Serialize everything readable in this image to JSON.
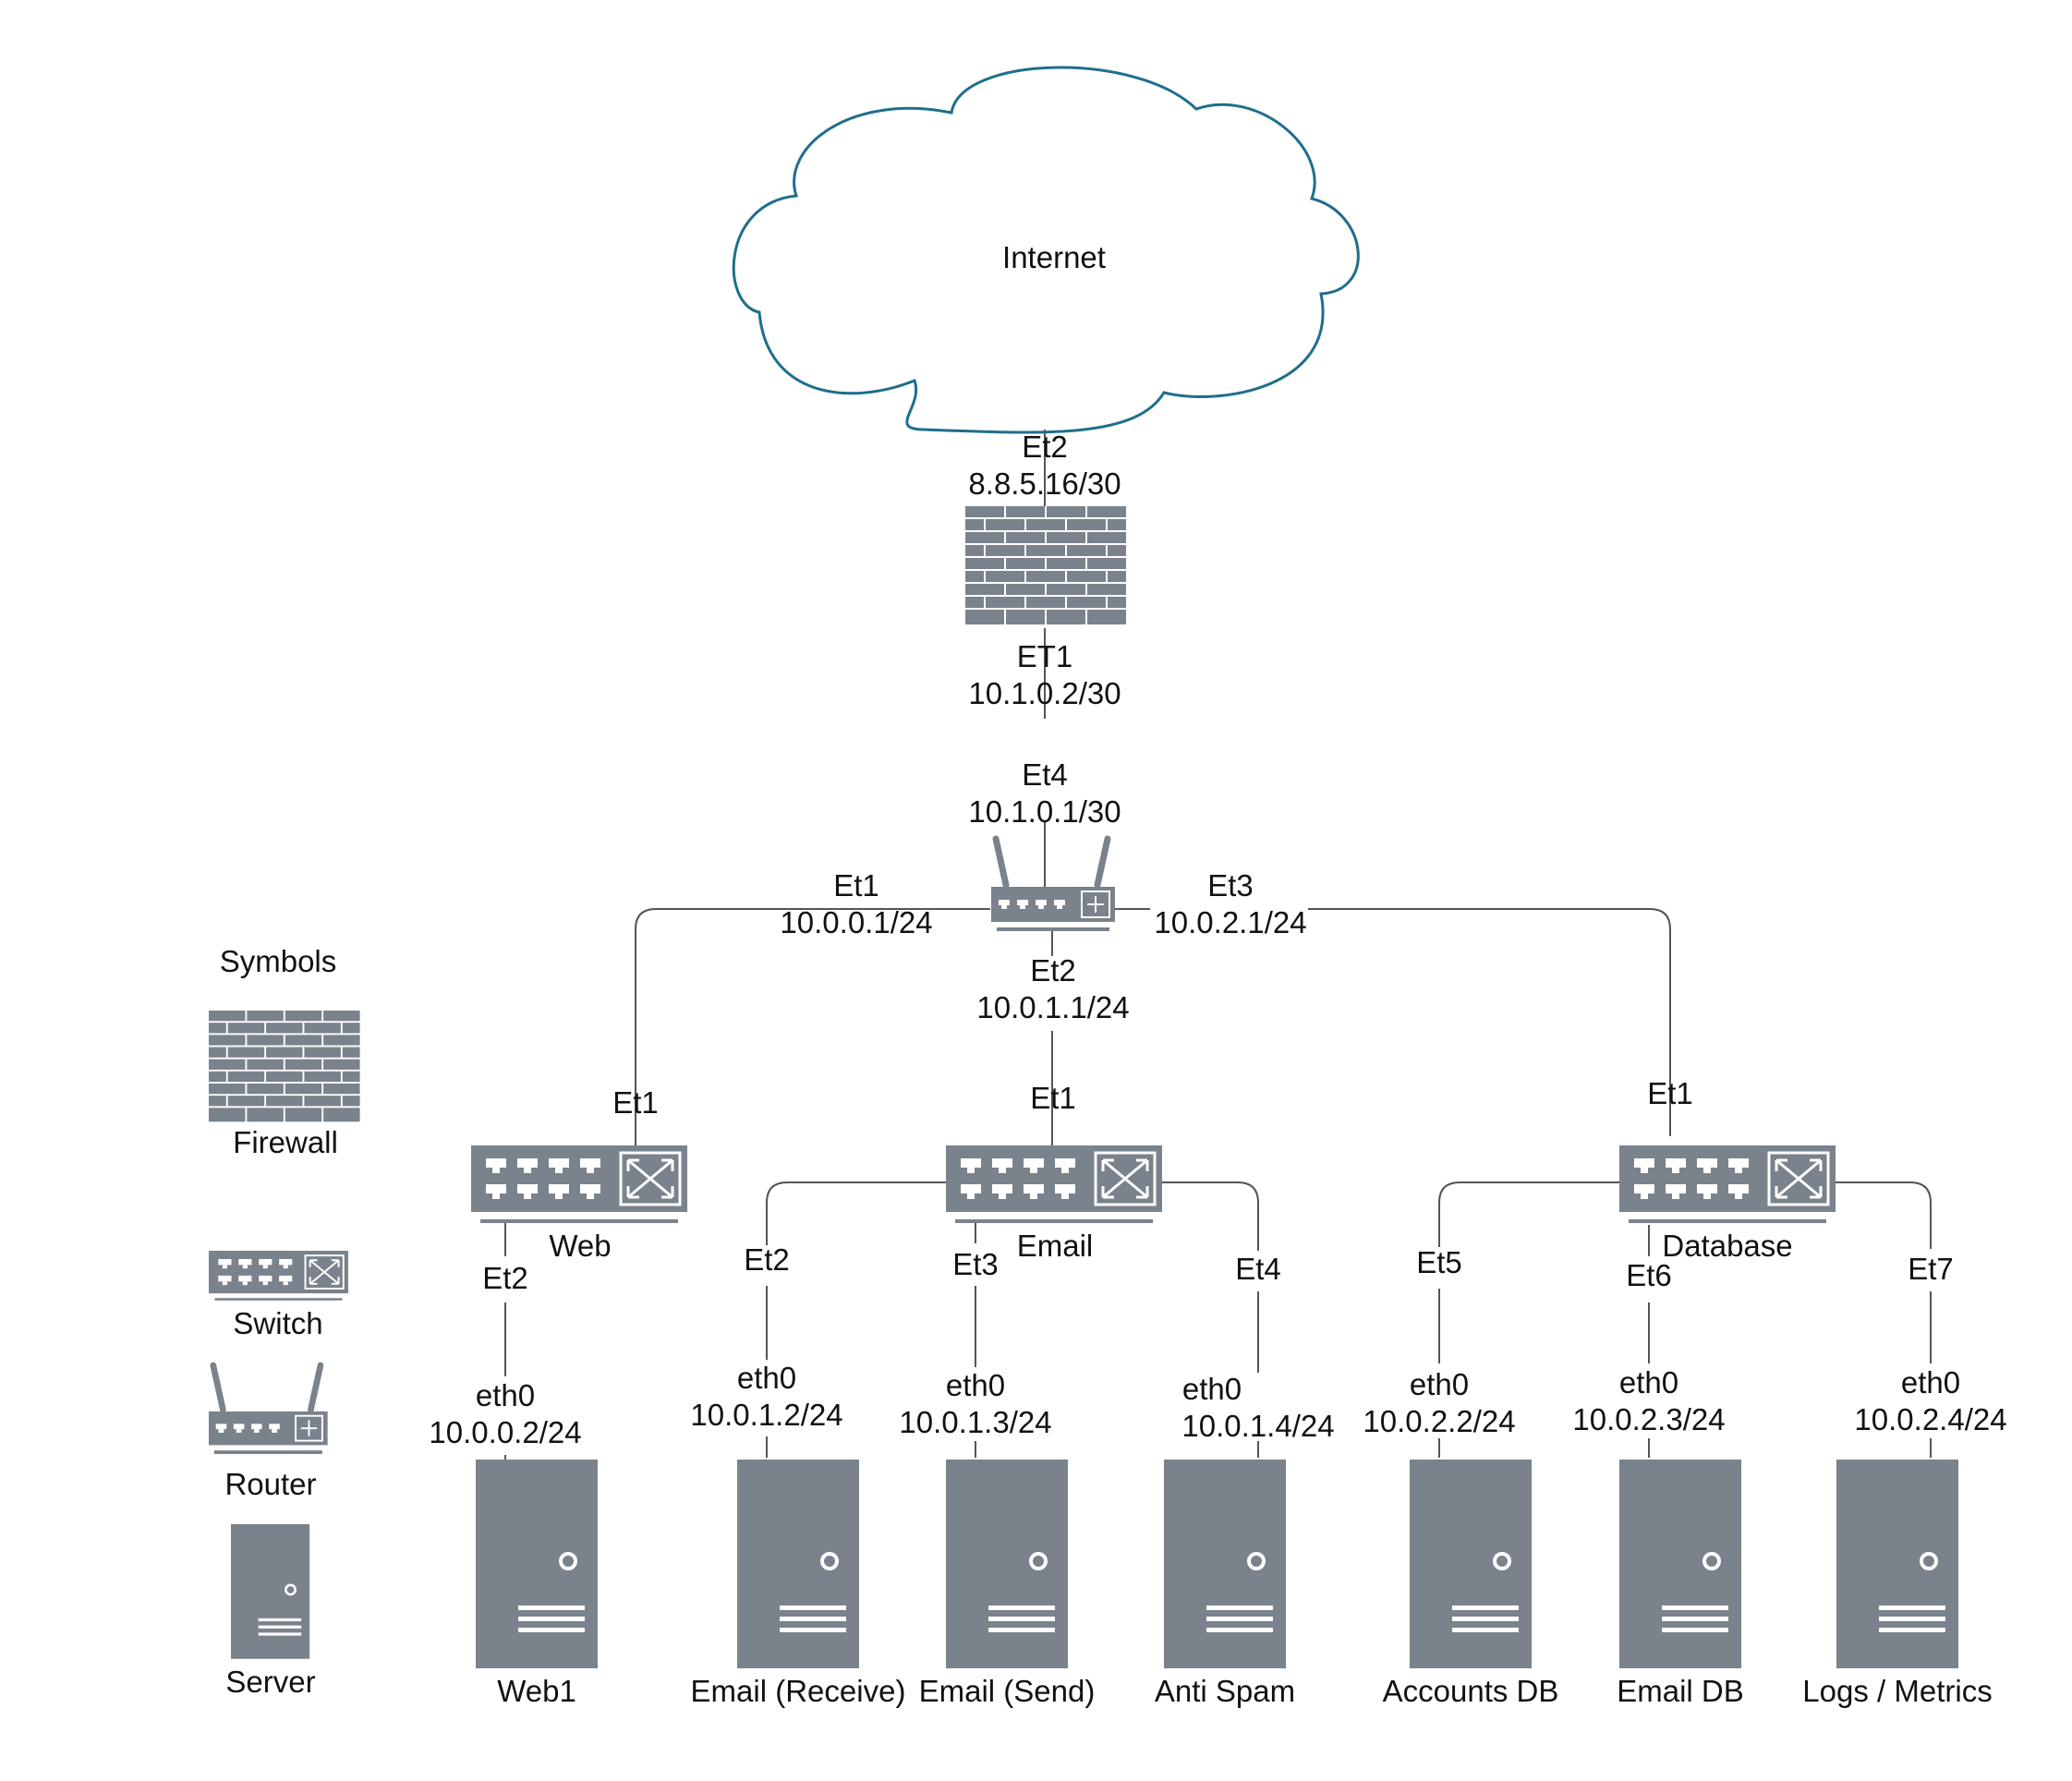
{
  "cloud": {
    "label": "Internet"
  },
  "firewall": {
    "top_port": "Et2",
    "top_ip": "8.8.5.16/30",
    "bottom_port": "ET1",
    "bottom_ip": "10.1.0.2/30"
  },
  "router": {
    "top_port": "Et4",
    "top_ip": "10.1.0.1/30",
    "left_port": "Et1",
    "left_ip": "10.0.0.1/24",
    "right_port": "Et3",
    "right_ip": "10.0.2.1/24",
    "bottom_port": "Et2",
    "bottom_ip": "10.0.1.1/24"
  },
  "switches": {
    "web": {
      "name": "Web",
      "uplink_port": "Et1"
    },
    "email": {
      "name": "Email",
      "uplink_port": "Et1"
    },
    "database": {
      "name": "Database",
      "uplink_port": "Et1"
    }
  },
  "links": {
    "web_et2": "Et2",
    "email_et2": "Et2",
    "email_et3": "Et3",
    "email_et4": "Et4",
    "db_et5": "Et5",
    "db_et6": "Et6",
    "db_et7": "Et7"
  },
  "servers": [
    {
      "name": "Web1",
      "iface": "eth0",
      "ip": "10.0.0.2/24"
    },
    {
      "name": "Email (Receive)",
      "iface": "eth0",
      "ip": "10.0.1.2/24"
    },
    {
      "name": "Email (Send)",
      "iface": "eth0",
      "ip": "10.0.1.3/24"
    },
    {
      "name": "Anti Spam",
      "iface": "eth0",
      "ip": "10.0.1.4/24"
    },
    {
      "name": "Accounts DB",
      "iface": "eth0",
      "ip": "10.0.2.2/24"
    },
    {
      "name": "Email DB",
      "iface": "eth0",
      "ip": "10.0.2.3/24"
    },
    {
      "name": "Logs / Metrics",
      "iface": "eth0",
      "ip": "10.0.2.4/24"
    }
  ],
  "legend": {
    "title": "Symbols",
    "firewall": "Firewall",
    "switch": "Switch",
    "router": "Router",
    "server": "Server"
  },
  "colors": {
    "device": "#7a828c",
    "cloud_stroke": "#1f6e8c",
    "wire": "#555555"
  },
  "icons": [
    "cloud-icon",
    "firewall-icon",
    "router-icon",
    "switch-icon",
    "server-icon"
  ]
}
